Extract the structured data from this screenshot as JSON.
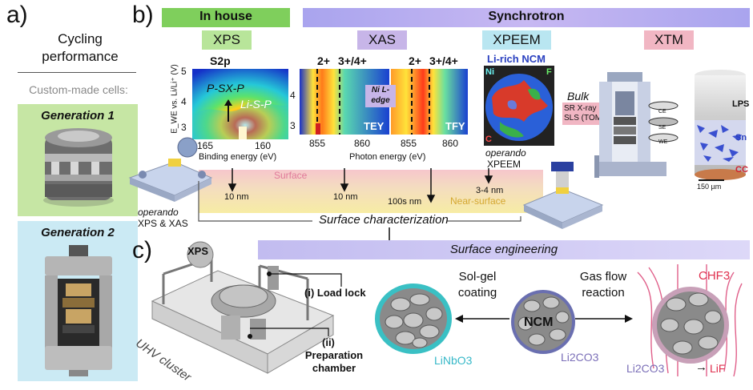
{
  "panel_a": {
    "letter": "a)",
    "title": "Cycling\nperformance",
    "subtitle": "Custom-made cells:",
    "gen1_label": "Generation 1",
    "gen2_label": "Generation 2",
    "gen1_bg": "#c6e6a4",
    "gen2_bg": "#cbeaf4"
  },
  "panel_b": {
    "letter": "b)",
    "in_house_label": "In house",
    "synchrotron_label": "Synchrotron",
    "in_house_color": "#7fcf5c",
    "synchrotron_color": "#a9a4ee",
    "techniques": [
      {
        "label": "XPS",
        "color": "#b8e59a"
      },
      {
        "label": "XAS",
        "color": "#c7b5e8"
      },
      {
        "label": "XPEEM",
        "color": "#b9e6f1"
      },
      {
        "label": "XTM",
        "color": "#f1b6c3"
      }
    ],
    "xps": {
      "title": "S2p",
      "y_axis_label": "E_WE vs. Li/Li⁺ (V)",
      "y_ticks": [
        "5",
        "4",
        "3"
      ],
      "x_ticks": [
        "165",
        "160"
      ],
      "x_label": "Binding energy (eV)",
      "annot1": "P-SX-P",
      "annot2": "Li-S-P"
    },
    "xas": {
      "y_ticks": [
        "4",
        "3"
      ],
      "x_ticks": [
        "855",
        "860",
        "855",
        "860"
      ],
      "x_label": "Photon energy (eV)",
      "edge_label": "Ni L-edge",
      "tey": "TEY",
      "tfy": "TFY",
      "ox_labels": [
        "2+",
        "3+/4+",
        "2+",
        "3+/4+"
      ]
    },
    "xpeem": {
      "title": "Li-rich NCM",
      "ni": "Ni",
      "f": "F",
      "c": "C",
      "caption_italic": "operando",
      "caption": "XPEEM"
    },
    "xtm": {
      "bulk": "Bulk",
      "sr_label": "SR X-ray @\nSLS (TOMCAT)",
      "lps": "LPS",
      "sn": "Sn",
      "cc": "CC",
      "scale": "150 µm",
      "cell_parts": [
        "CE",
        "SE",
        "WE"
      ]
    },
    "depth_bar": {
      "surface": "Surface",
      "near_surface": "Near-surface",
      "depths": [
        "10 nm",
        "10 nm",
        "100s nm",
        "3-4 nm"
      ]
    },
    "operando_xps_xas_italic": "operando",
    "operando_xps_xas": "XPS & XAS",
    "surface_characterization": "Surface characterization"
  },
  "panel_c": {
    "letter": "c)",
    "surface_engineering": "Surface engineering",
    "xps_sphere": "XPS",
    "uhv_cluster": "UHV cluster",
    "load_lock": "(i) Load lock",
    "prep_num": "(ii)",
    "prep_chamber": "Preparation\nchamber",
    "sol_gel": "Sol-gel\ncoating",
    "gas_flow": "Gas flow\nreaction",
    "ncm": "NCM",
    "li2co3_center": "Li2CO3",
    "linbo3": "LiNbO3",
    "chf3": "CHF3",
    "li2co3_right": "Li2CO3",
    "lif": "LiF",
    "linbo3_color": "#36b8c8",
    "li2co3_color": "#7b6fb8",
    "lif_color": "#e0304e"
  }
}
